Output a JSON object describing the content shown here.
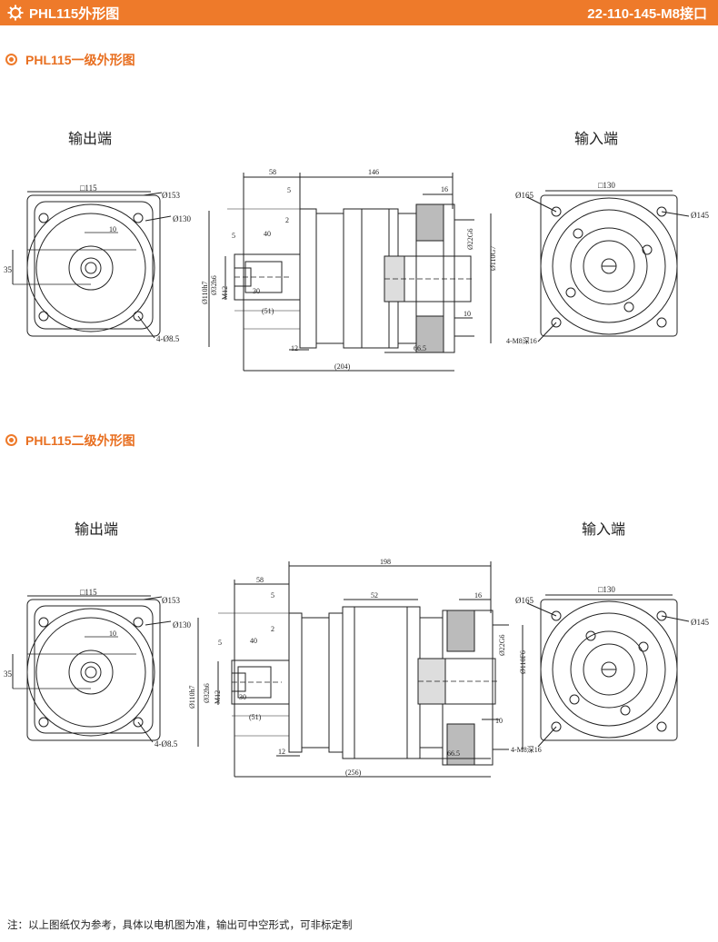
{
  "header": {
    "title": "PHL115外形图",
    "code": "22-110-145-M8接口",
    "color": "#ee7a2a",
    "logo_icon": "gear-icon"
  },
  "sections": [
    {
      "title": "PHL115一级外形图",
      "output_label": "输出端",
      "input_label": "输入端",
      "front": {
        "sq": "□115",
        "d1": "Ø153",
        "d2": "Ø130",
        "key": "10",
        "h": "35",
        "holes": "4-Ø8.5"
      },
      "side": {
        "l58": "58",
        "l146": "146",
        "l16": "16",
        "l5": "5",
        "l2": "2",
        "l40": "40",
        "l5b": "5",
        "shaft": "Ø32h6",
        "pilot": "Ø110h7",
        "m12": "M12",
        "l30": "30",
        "l51": "(51)",
        "bore": "Ø22G6",
        "pilot2": "Ø110G7",
        "l10": "10",
        "l12": "12",
        "l665": "66.5",
        "total": "(204)"
      },
      "input": {
        "sq": "□130",
        "d1": "Ø165",
        "d2": "Ø145",
        "tap": "4-M8深16"
      }
    },
    {
      "title": "PHL115二级外形图",
      "output_label": "输出端",
      "input_label": "输入端",
      "front": {
        "sq": "□115",
        "d1": "Ø153",
        "d2": "Ø130",
        "key": "10",
        "h": "35",
        "holes": "4-Ø8.5"
      },
      "side": {
        "l58": "58",
        "l198": "198",
        "l52": "52",
        "l16": "16",
        "l5": "5",
        "l2": "2",
        "l40": "40",
        "l5b": "5",
        "shaft": "Ø32h6",
        "pilot": "Ø110h7",
        "m12": "M12",
        "l30": "30",
        "l51": "(51)",
        "bore": "Ø22G6",
        "pilot2": "Ø110F6",
        "l10": "10",
        "l12": "12",
        "l665": "66.5",
        "total": "(256)"
      },
      "input": {
        "sq": "□130",
        "d1": "Ø165",
        "d2": "Ø145",
        "tap": "4-M8深16"
      }
    }
  ],
  "note": "注：以上图纸仅为参考，具体以电机图为准，输出可中空形式，可非标定制"
}
